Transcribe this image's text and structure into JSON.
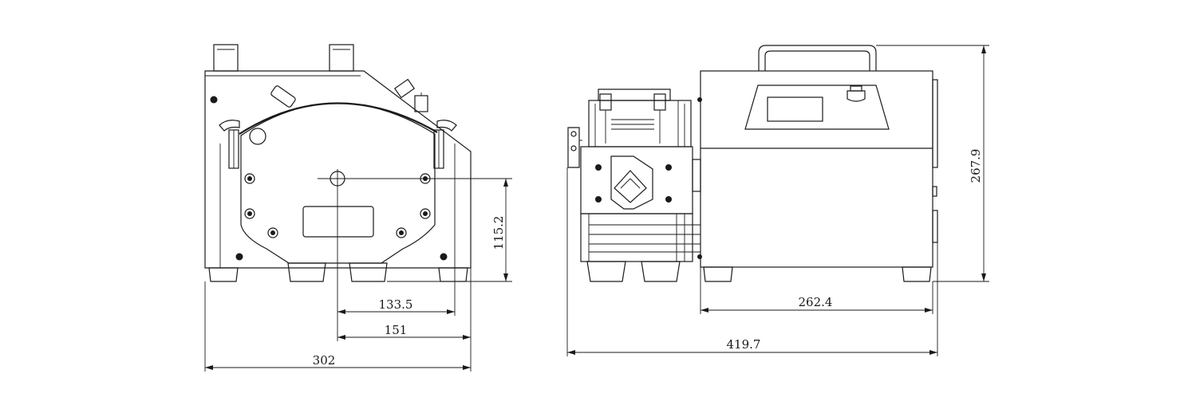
{
  "drawing": {
    "dimensions": {
      "front_height": "115.2",
      "front_offset_a": "133.5",
      "front_offset_b": "151",
      "front_width": "302",
      "side_height": "267.9",
      "side_body_width": "262.4",
      "side_total_width": "419.7"
    }
  }
}
